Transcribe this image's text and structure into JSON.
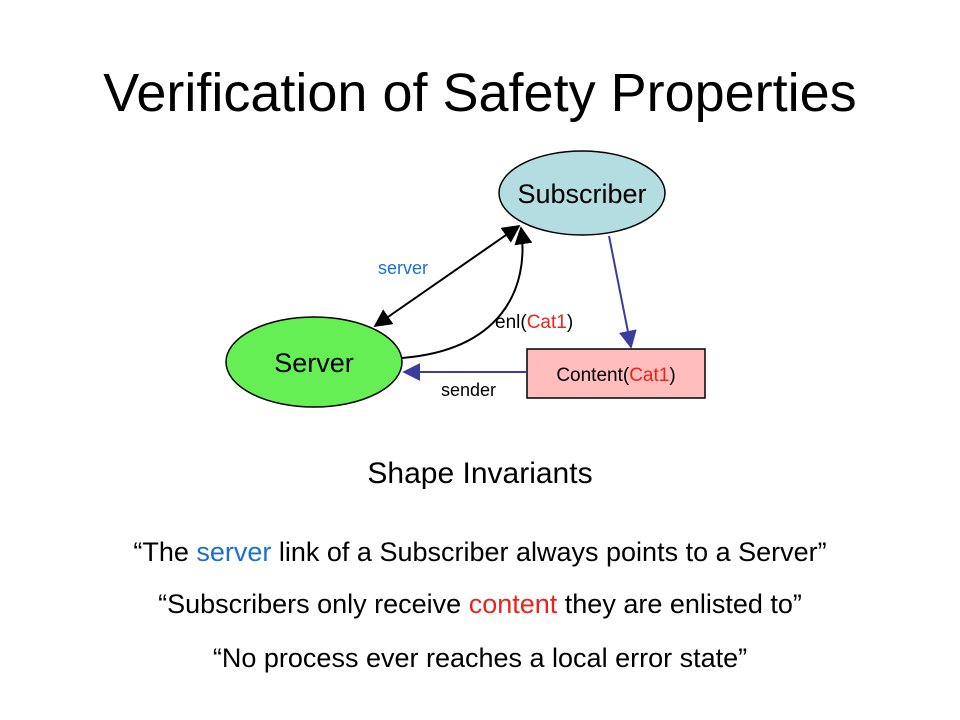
{
  "title": "Verification of Safety Properties",
  "diagram": {
    "nodes": {
      "subscriber": "Subscriber",
      "server": "Server",
      "content_prefix": "Content(",
      "content_arg": "Cat1",
      "content_suffix": ")"
    },
    "edges": {
      "server_label": "server",
      "enl_prefix": "enl(",
      "enl_arg": "Cat1",
      "enl_suffix": ")",
      "sender_label": "sender"
    },
    "colors": {
      "subscriber_fill": "#b3dde0",
      "server_fill": "#66ee55",
      "content_fill": "#ffbdbd",
      "blue_edge": "#3b3ba0",
      "blue_text": "#1a6fd3",
      "red_text": "#e8231c"
    }
  },
  "section_title": "Shape Invariants",
  "invariants": [
    {
      "before": "“The ",
      "highlight": "server",
      "after": " link of a Subscriber always points to a Server”"
    },
    {
      "before": "“Subscribers only receive ",
      "highlight": "content",
      "after": " they are enlisted to”"
    },
    {
      "text": "“No process ever reaches a local error state”"
    }
  ]
}
